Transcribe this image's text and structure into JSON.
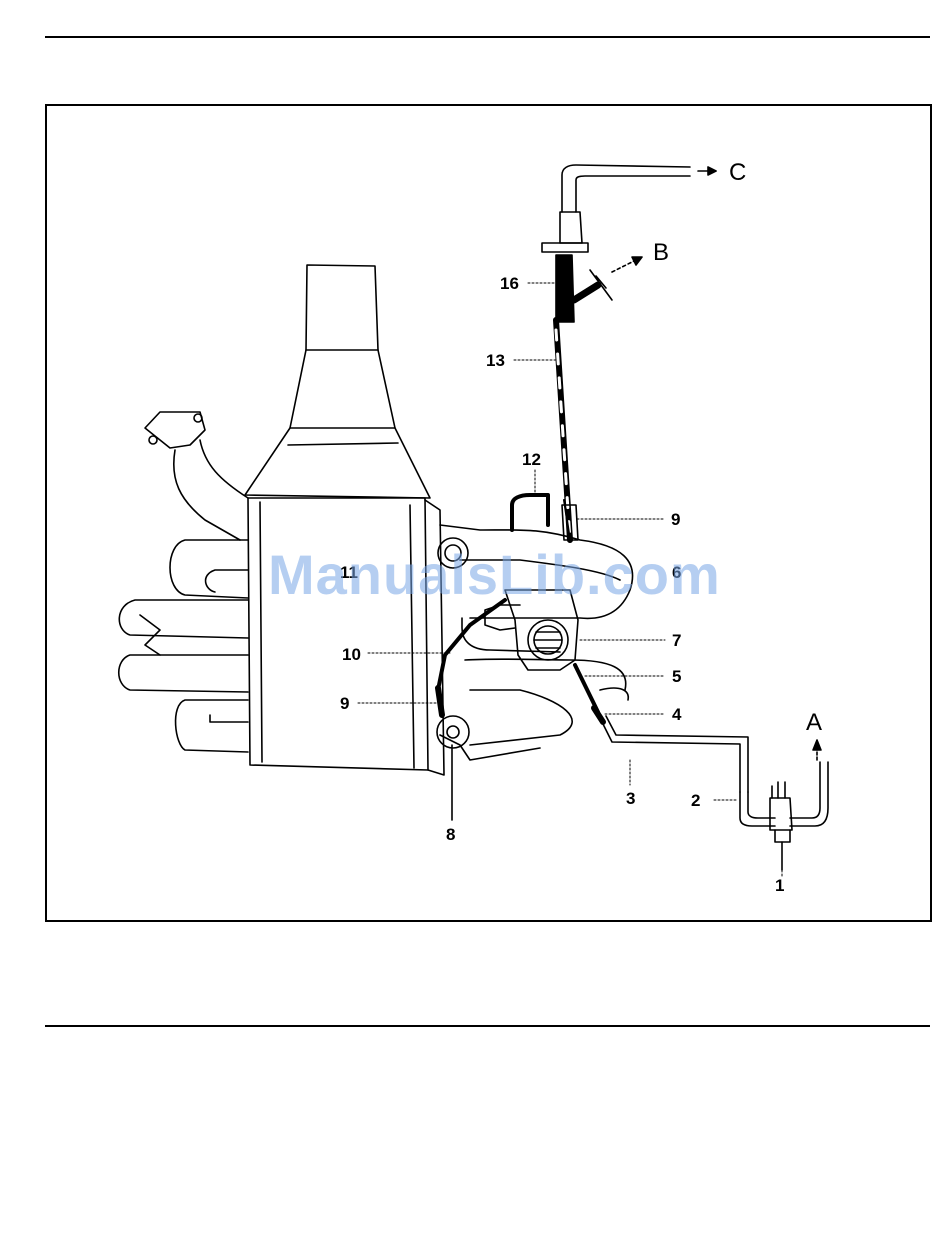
{
  "watermark": "ManualsLib.com",
  "callouts": {
    "l1": "1",
    "l2": "2",
    "l3": "3",
    "l4": "4",
    "l5": "5",
    "l6": "6",
    "l7": "7",
    "l8": "8",
    "l9_top": "9",
    "l9_left": "9",
    "l10": "10",
    "l11": "11",
    "l12": "12",
    "l13": "13",
    "l16": "16"
  },
  "flow_labels": {
    "A": "A",
    "B": "B",
    "C": "C"
  }
}
